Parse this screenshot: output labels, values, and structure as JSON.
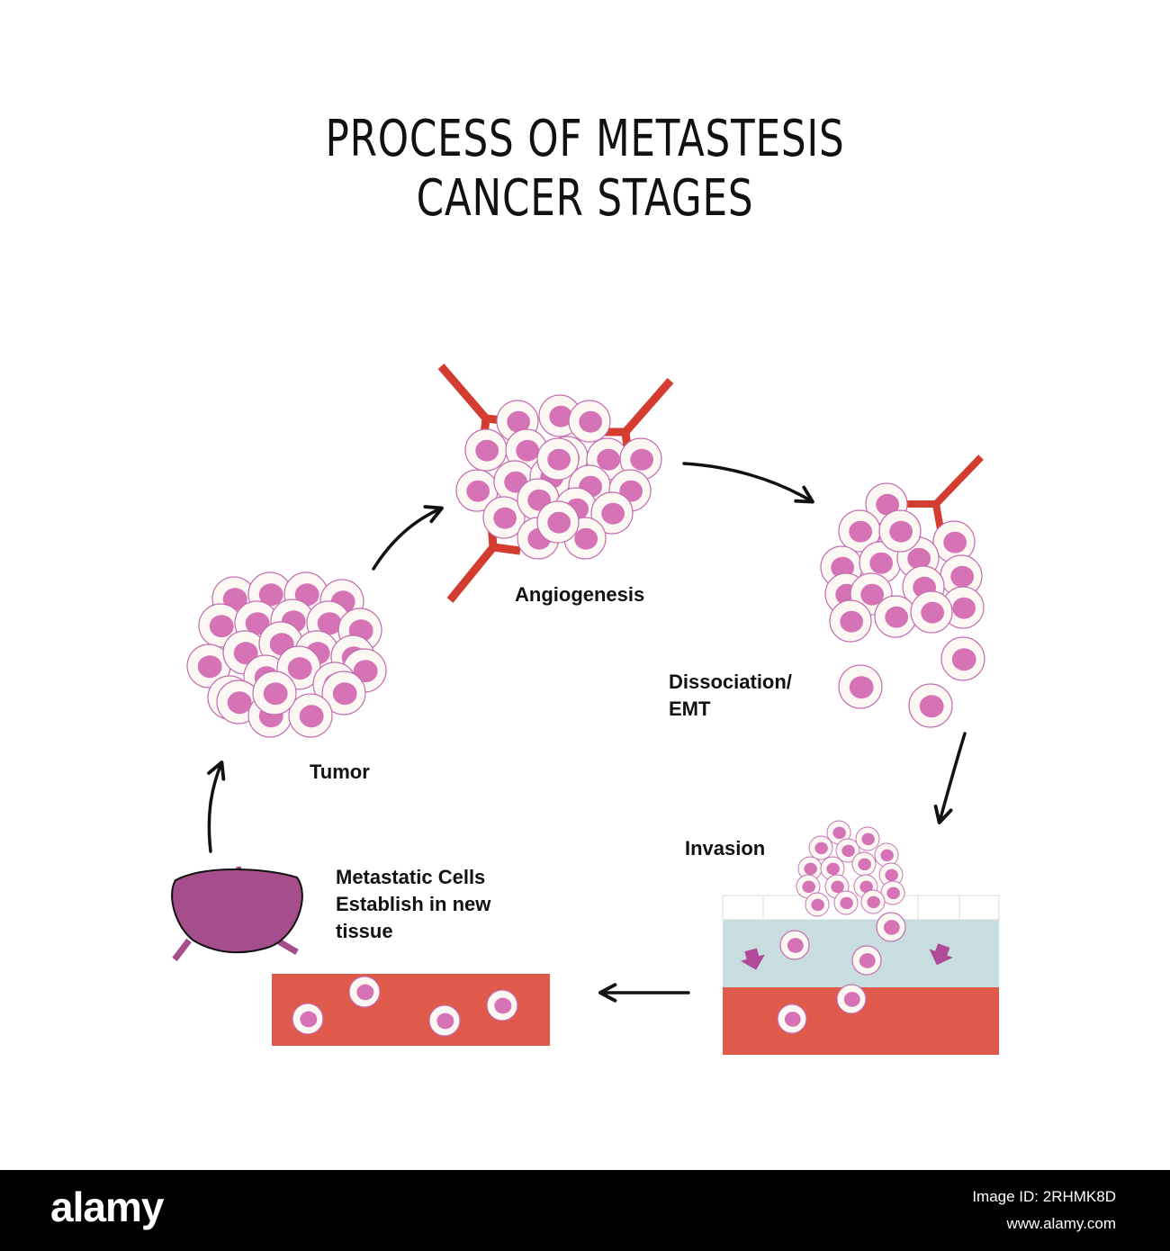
{
  "title": {
    "line1": "PROCESS OF METASTESIS",
    "line2": "CANCER STAGES"
  },
  "stages": {
    "angiogenesis": "Angiogenesis",
    "dissociation": "Dissociation/\nEMT",
    "invasion": "Invasion",
    "metastatic": "Metastatic Cells\nEstablish in new\ntissue",
    "tumor": "Tumor"
  },
  "colors": {
    "cell_fill": "#fbf7f2",
    "cell_outline": "#c46bb0",
    "nucleus": "#d673b6",
    "vessel": "#d43c2f",
    "blood": "#e05a4c",
    "tissue": "#c8dde0",
    "organ": "#a64d8c",
    "arrow": "#111111",
    "tissue_arrow": "#b04a98"
  },
  "footer": {
    "brand": "alamy",
    "image_id": "Image ID: 2RHMK8D",
    "site": "www.alamy.com"
  }
}
